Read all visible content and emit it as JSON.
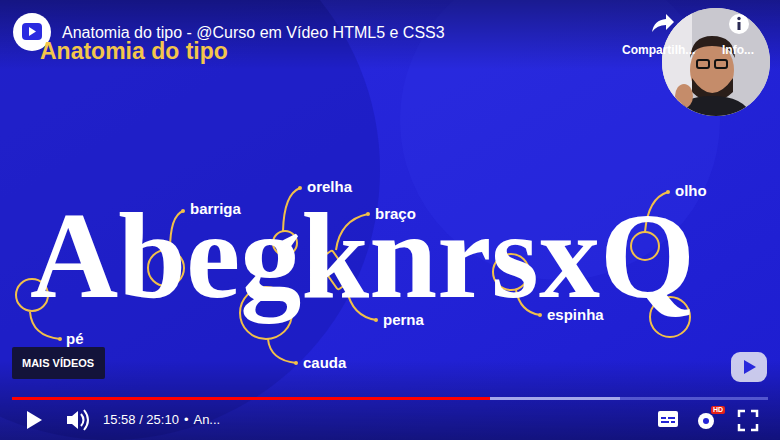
{
  "diagram": {
    "title": "Anatomia do tipo",
    "nodes": [
      {
        "text": [
          "MAIS VÍDEOS"
        ]
      }
    ],
    "labels": [
      "Anatomia do tipo - @Curso em Vídeo HTML5 e CSS3",
      "Compartilh...",
      "Info...",
      "AbegknrsxQ",
      "barriga",
      "orelha",
      "braço",
      "olho",
      "pé",
      "perna",
      "espinha",
      "cauda",
      "15:58 / 25:10",
      "•",
      "An...",
      "HD"
    ]
  }
}
